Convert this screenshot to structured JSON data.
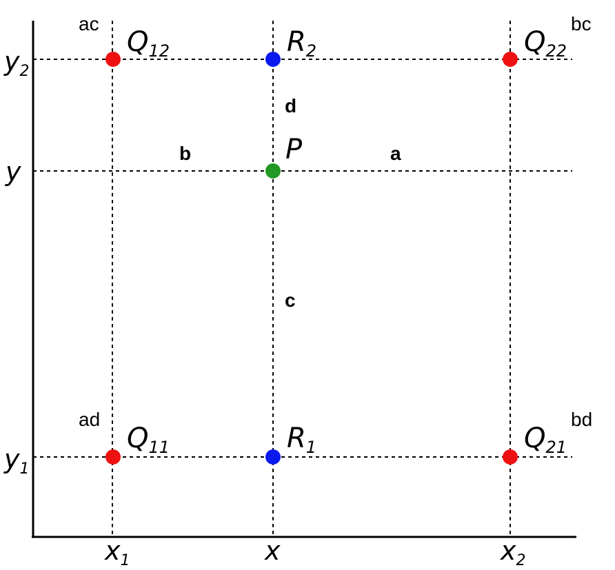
{
  "colors": {
    "corner_point": "#ee1111",
    "interpolated_point": "#0a1aee",
    "target_point": "#229922",
    "line": "#000000"
  },
  "axes": {
    "x_ticks": [
      {
        "base": "x",
        "sub": "1"
      },
      {
        "base": "x",
        "sub": ""
      },
      {
        "base": "x",
        "sub": "2"
      }
    ],
    "y_ticks": [
      {
        "base": "y",
        "sub": "2"
      },
      {
        "base": "y",
        "sub": ""
      },
      {
        "base": "y",
        "sub": "1"
      }
    ]
  },
  "points": {
    "Q12": {
      "base": "Q",
      "sub": "12"
    },
    "R2": {
      "base": "R",
      "sub": "2"
    },
    "Q22": {
      "base": "Q",
      "sub": "22"
    },
    "P": {
      "base": "P",
      "sub": ""
    },
    "Q11": {
      "base": "Q",
      "sub": "11"
    },
    "R1": {
      "base": "R",
      "sub": "1"
    },
    "Q21": {
      "base": "Q",
      "sub": "21"
    }
  },
  "corner_labels": {
    "top_left": "ac",
    "top_right": "bc",
    "bottom_left": "ad",
    "bottom_right": "bd"
  },
  "segment_labels": {
    "a": "a",
    "b": "b",
    "c": "c",
    "d": "d"
  }
}
